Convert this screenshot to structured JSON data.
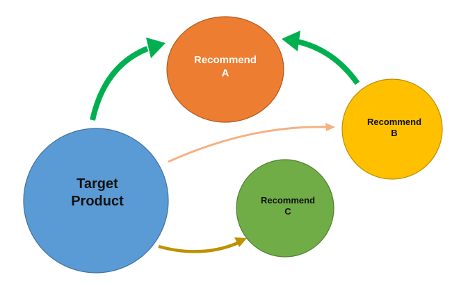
{
  "nodes": {
    "target": {
      "line1": "Target",
      "line2": "Product",
      "color": "#5b9bd5"
    },
    "a": {
      "line1": "Recommend",
      "line2": "A",
      "color": "#ed7d31"
    },
    "b": {
      "line1": "Recommend",
      "line2": "B",
      "color": "#ffc000"
    },
    "c": {
      "line1": "Recommend",
      "line2": "C",
      "color": "#70ad47"
    }
  },
  "edges": [
    {
      "from": "target",
      "to": "a",
      "color": "#00b050",
      "weight": "thick"
    },
    {
      "from": "b",
      "to": "a",
      "color": "#00b050",
      "weight": "thick"
    },
    {
      "from": "target",
      "to": "b",
      "color": "#f4b183",
      "weight": "thin"
    },
    {
      "from": "target",
      "to": "c",
      "color": "#bf9000",
      "weight": "medium"
    }
  ]
}
